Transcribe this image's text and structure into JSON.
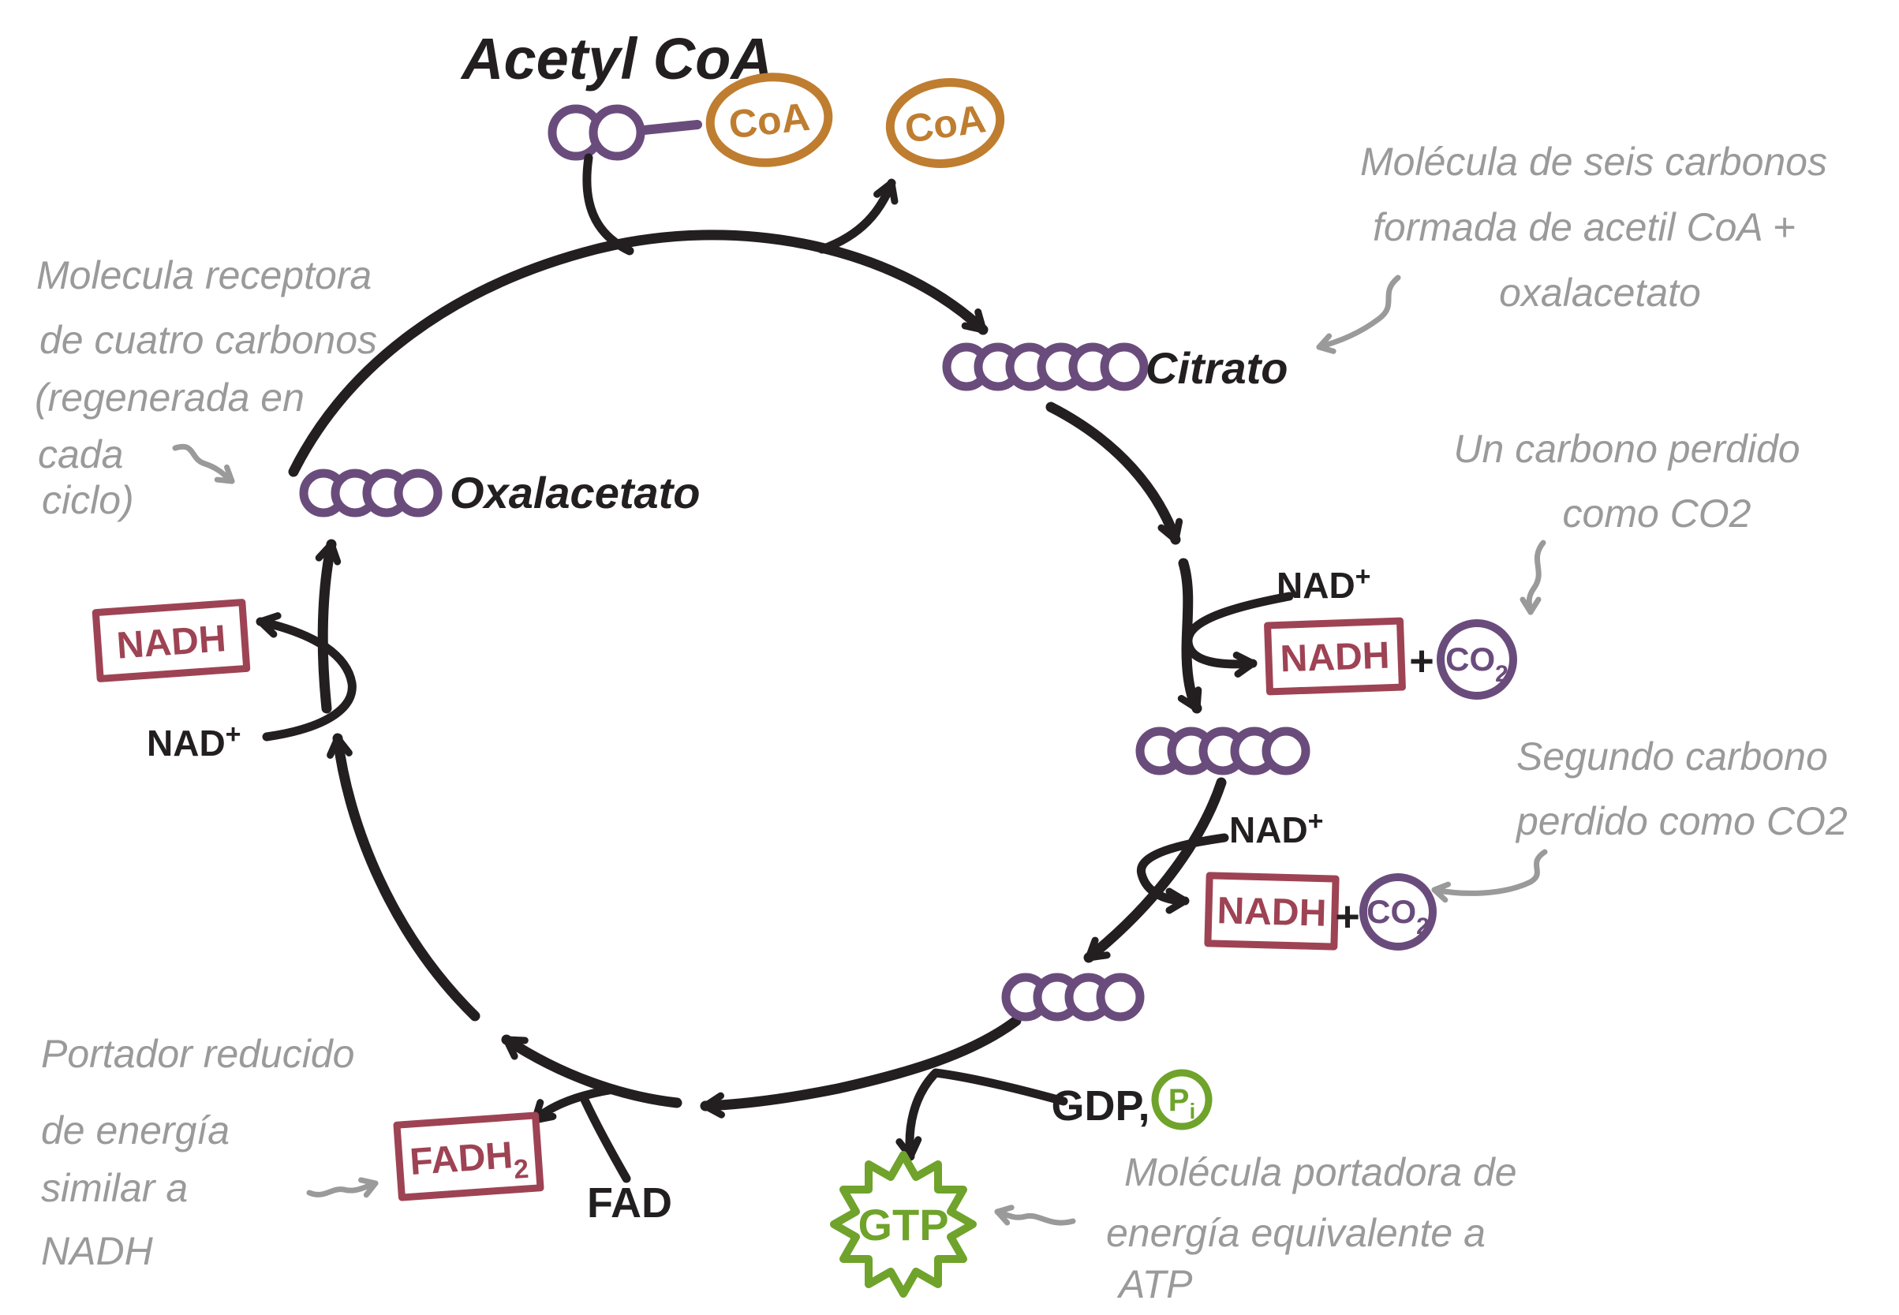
{
  "colors": {
    "black": "#231f20",
    "purple": "#6a4c7c",
    "orange": "#bf7d30",
    "dark_red": "#9e4354",
    "green": "#6fa32b",
    "gray_note": "#9a9a9a"
  },
  "title": "Acetyl CoA",
  "molecules": {
    "acetyl": {
      "carbons": 2
    },
    "citrato": {
      "label": "Citrato",
      "carbons": 6
    },
    "five_carbon": {
      "carbons": 5
    },
    "four_carbon": {
      "carbons": 4
    },
    "oxalacetato": {
      "label": "Oxalacetato",
      "carbons": 4
    }
  },
  "chem": {
    "coa": "CoA",
    "nad_main": "NAD",
    "nad_sup": "+",
    "nadh": "NADH",
    "plus": "+",
    "co2_main": "CO",
    "co2_sub": "2",
    "fad": "FAD",
    "fadh2_main": "FADH",
    "fadh2_sub": "2",
    "gdp": "GDP,",
    "pi_main": "P",
    "pi_sub": "i",
    "gtp": "GTP"
  },
  "annotations": {
    "six_carbon": {
      "lines": [
        "Molécula de seis carbonos",
        "formada de acetil CoA +",
        "oxalacetato"
      ]
    },
    "first_co2": {
      "lines": [
        "Un carbono perdido",
        "como CO2"
      ]
    },
    "second_co2": {
      "lines": [
        "Segundo carbono",
        "perdido como CO2"
      ]
    },
    "gtp_note": {
      "lines": [
        "Molécula portadora de",
        "energía equivalente a",
        "ATP"
      ]
    },
    "fadh2_note": {
      "lines": [
        "Portador reducido",
        "de energía",
        "similar a",
        "NADH"
      ]
    },
    "oxalacetato_note": {
      "lines": [
        "Molecula receptora",
        "de cuatro carbonos",
        "(regenerada en",
        "cada",
        "ciclo)"
      ]
    }
  }
}
